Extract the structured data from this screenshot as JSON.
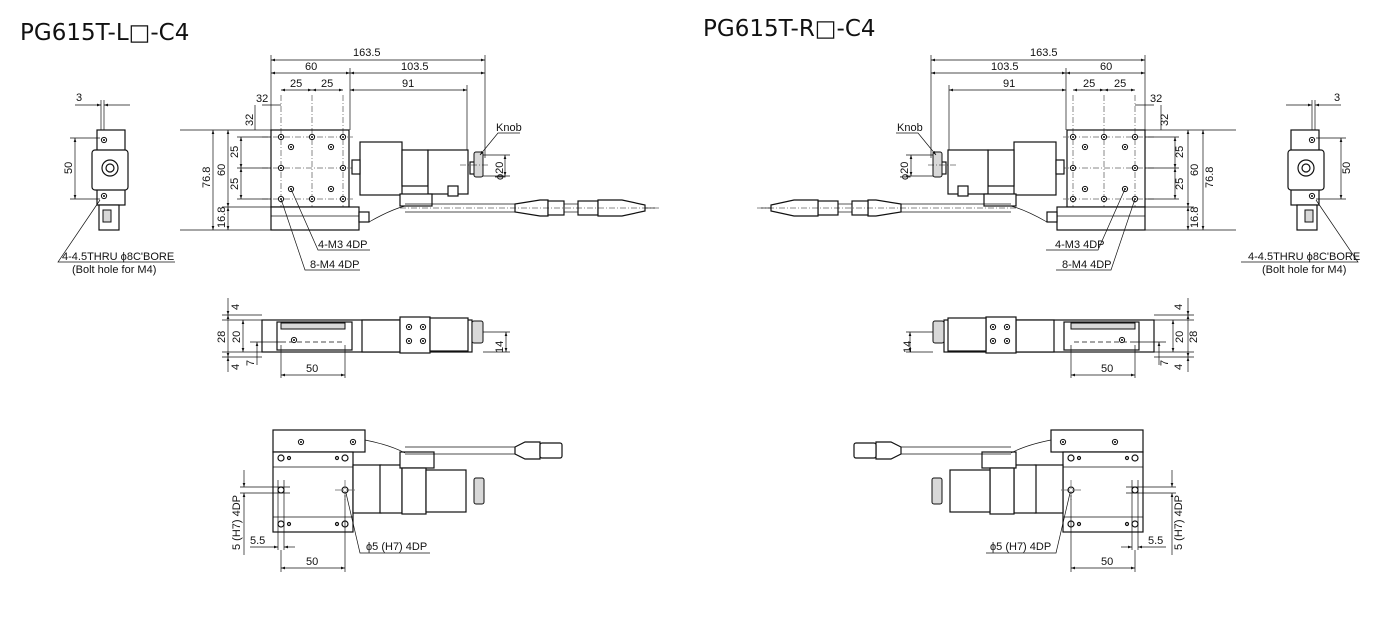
{
  "left": {
    "title": "PG615T-L□-C4",
    "top": {
      "d163_5": "163.5",
      "d60": "60",
      "d103_5": "103.5",
      "d25a": "25",
      "d25b": "25",
      "d91": "91",
      "d32h": "32",
      "d32v": "32",
      "d25c": "25",
      "d60v": "60",
      "d76_8": "76.8",
      "d25d": "25",
      "d16_8": "16.8",
      "knob": "Knob",
      "phi20": "ϕ20",
      "m3": "4-M3 4DP",
      "m4": "8-M4 4DP"
    },
    "side": {
      "d3": "3",
      "d50": "50",
      "bore": "4-4.5THRU ϕ8C'BORE",
      "bolt": "(Bolt hole for M4)"
    },
    "front": {
      "d4a": "4",
      "d28": "28",
      "d20": "20",
      "d4b": "4",
      "d7": "7",
      "d50": "50",
      "d14": "14"
    },
    "bottom": {
      "dh7": "5 (H7) 4DP",
      "d5_5": "5.5",
      "phi5": "ϕ5 (H7) 4DP",
      "d50": "50"
    }
  },
  "right": {
    "title": "PG615T-R□-C4",
    "top": {
      "d163_5": "163.5",
      "d60": "60",
      "d103_5": "103.5",
      "d25a": "25",
      "d25b": "25",
      "d91": "91",
      "d32h": "32",
      "d32v": "32",
      "d25c": "25",
      "d60v": "60",
      "d76_8": "76.8",
      "d25d": "25",
      "d16_8": "16.8",
      "knob": "Knob",
      "phi20": "ϕ20",
      "m3": "4-M3 4DP",
      "m4": "8-M4 4DP"
    },
    "side": {
      "d3": "3",
      "d50": "50",
      "bore": "4-4.5THRU ϕ8C'BORE",
      "bolt": "(Bolt hole for M4)"
    },
    "front": {
      "d4a": "4",
      "d28": "28",
      "d20": "20",
      "d4b": "4",
      "d7": "7",
      "d50": "50",
      "d14": "14"
    },
    "bottom": {
      "dh7": "5 (H7) 4DP",
      "d5_5": "5.5",
      "phi5": "ϕ5 (H7) 4DP",
      "d50": "50"
    }
  }
}
